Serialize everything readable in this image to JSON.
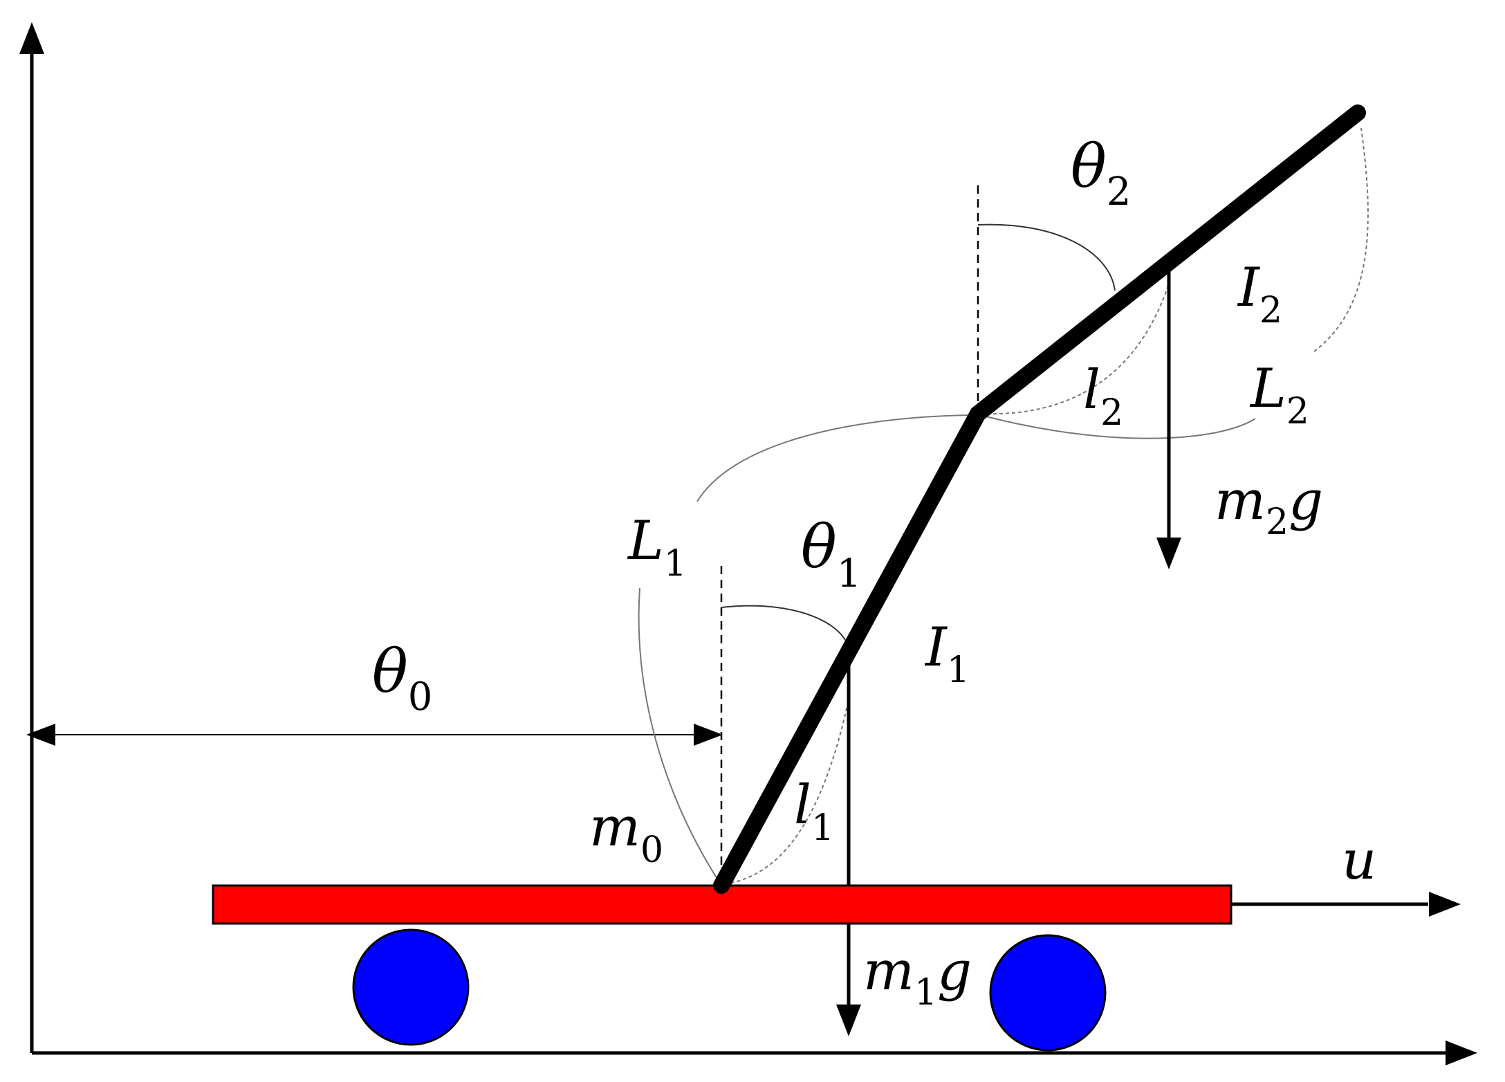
{
  "diagram": {
    "labels": {
      "theta0": {
        "base": "θ",
        "sub": "0"
      },
      "theta1": {
        "base": "θ",
        "sub": "1"
      },
      "theta2": {
        "base": "θ",
        "sub": "2"
      },
      "L1": {
        "base": "L",
        "sub": "1"
      },
      "L2": {
        "base": "L",
        "sub": "2"
      },
      "l1": {
        "base": "l",
        "sub": "1"
      },
      "l2": {
        "base": "l",
        "sub": "2"
      },
      "I1": {
        "base": "I",
        "sub": "1"
      },
      "I2": {
        "base": "I",
        "sub": "2"
      },
      "m0": {
        "base": "m",
        "sub": "0"
      },
      "m1g": {
        "base": "m",
        "sub": "1",
        "tail": "g"
      },
      "m2g": {
        "base": "m",
        "sub": "2",
        "tail": "g"
      },
      "u": {
        "base": "u"
      }
    },
    "colors": {
      "cart": "#ff0000",
      "wheels": "#0000ff",
      "links": "#000000",
      "guides": "#555555"
    }
  }
}
